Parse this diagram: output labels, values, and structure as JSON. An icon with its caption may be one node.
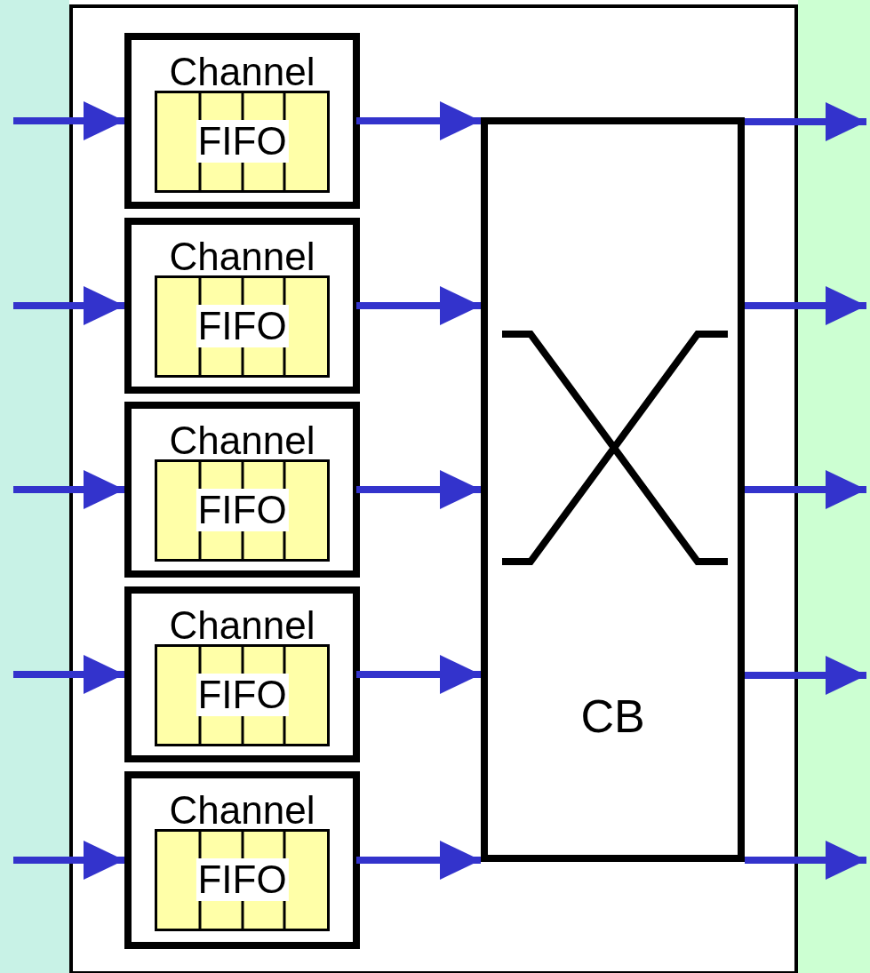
{
  "diagram": {
    "nodes": [
      {
        "text": [],
        "shape": "box"
      },
      {
        "text": [
          "Channel"
        ],
        "in": 0
      },
      {
        "text": [
          "FIFO"
        ],
        "in": 1
      },
      {
        "text": [
          "Channel"
        ],
        "in": 0
      },
      {
        "text": [
          "FIFO"
        ],
        "in": 3
      },
      {
        "text": [
          "Channel"
        ],
        "in": 0
      },
      {
        "text": [
          "FIFO"
        ],
        "in": 5
      },
      {
        "text": [
          "Channel"
        ],
        "in": 0
      },
      {
        "text": [
          "FIFO"
        ],
        "in": 7
      },
      {
        "text": [
          "Channel"
        ],
        "in": 0
      },
      {
        "text": [
          "FIFO"
        ],
        "in": 9
      },
      {
        "text": [
          "CB"
        ],
        "in": 0
      }
    ],
    "edges": [
      {
        "from": null,
        "to": 1,
        "arrow": "to"
      },
      {
        "from": null,
        "to": 3,
        "arrow": "to"
      },
      {
        "from": null,
        "to": 5,
        "arrow": "to"
      },
      {
        "from": null,
        "to": 7,
        "arrow": "to"
      },
      {
        "from": null,
        "to": 9,
        "arrow": "to"
      },
      {
        "from": 1,
        "to": 11,
        "arrow": "to"
      },
      {
        "from": 3,
        "to": 11,
        "arrow": "to"
      },
      {
        "from": 5,
        "to": 11,
        "arrow": "to"
      },
      {
        "from": 7,
        "to": 11,
        "arrow": "to"
      },
      {
        "from": 9,
        "to": 11,
        "arrow": "to"
      },
      {
        "from": 11,
        "to": null,
        "arrow": "to"
      },
      {
        "from": 11,
        "to": null,
        "arrow": "to"
      },
      {
        "from": 11,
        "to": null,
        "arrow": "to"
      },
      {
        "from": 11,
        "to": null,
        "arrow": "to"
      },
      {
        "from": 11,
        "to": null,
        "arrow": "to"
      }
    ]
  }
}
